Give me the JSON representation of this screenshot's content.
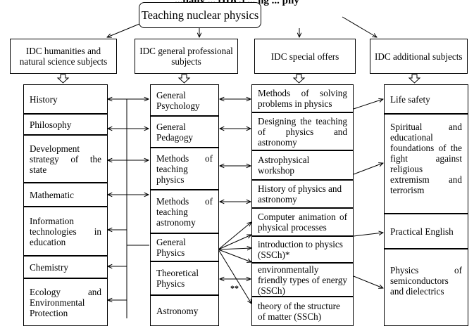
{
  "header_fragment": "...pany ... (IDC) ... ng ... phy",
  "title": "Teaching nuclear physics",
  "columns": {
    "humanities": "IDC humanities and natural science subjects",
    "general": "IDC general professional subjects",
    "special": "IDC special offers",
    "additional": "IDC additional subjects"
  },
  "col1": [
    "History",
    "Philosophy",
    "Development strategy of the state",
    "Mathematic",
    "Information technologies in education",
    "Chemistry",
    "Ecology and Environmental Protection"
  ],
  "col2": [
    "General Psychology",
    "General Pedagogy",
    "Methods of teaching physics",
    "Methods of teaching astronomy",
    "General Physics",
    "Theoretical Physics",
    "Astronomy"
  ],
  "col3": [
    "Methods of solving problems in physics",
    "Designing the teaching of physics and astronomy",
    "Astrophysical workshop",
    "History of physics and astronomy",
    "Computer animation of physical processes",
    "introduction to physics (SSCh)*",
    "environmentally friendly types of energy (SSCh)",
    "theory of the structure of matter (SSCh)"
  ],
  "col4": [
    "Life safety",
    "Spiritual and educational foundations of the fight against religious extremism and terrorism",
    "Practical English",
    "Physics of semiconductors and dielectrics"
  ],
  "double_star": "**",
  "colors": {
    "line": "#000000",
    "background": "#ffffff"
  }
}
